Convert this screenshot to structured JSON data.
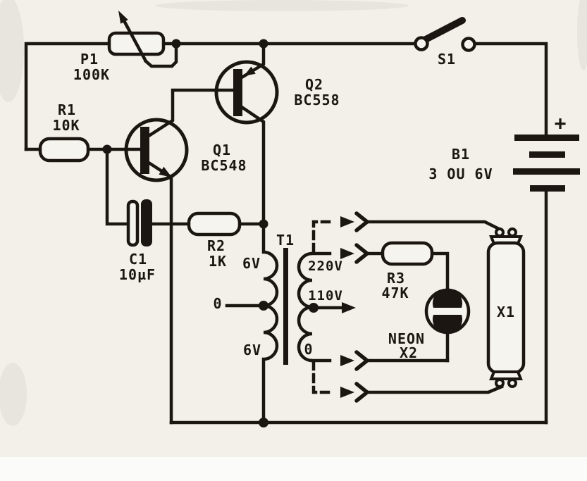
{
  "schematic": {
    "kind": "transistor inverter circuit for fluorescent lamp",
    "colors": {
      "ink": "#1b1611",
      "paper": "#f2f0e9"
    },
    "components": {
      "p1": {
        "ref": "P1",
        "value": "100K"
      },
      "r1": {
        "ref": "R1",
        "value": "10K"
      },
      "q1": {
        "ref": "Q1",
        "part": "BC548"
      },
      "q2": {
        "ref": "Q2",
        "part": "BC558"
      },
      "s1": {
        "ref": "S1"
      },
      "b1": {
        "ref": "B1",
        "value": "3 OU 6V",
        "polarity_mark": "+"
      },
      "c1": {
        "ref": "C1",
        "value": "10µF"
      },
      "r2": {
        "ref": "R2",
        "value": "1K"
      },
      "t1": {
        "ref": "T1",
        "primary": {
          "top_tap": "6V",
          "center_tap": "0",
          "bottom_tap": "6V"
        },
        "secondary": {
          "top_tap": "220V",
          "middle_tap": "110V",
          "bottom_tap": "0"
        }
      },
      "r3": {
        "ref": "R3",
        "value": "47K"
      },
      "x2": {
        "kind": "NEON",
        "ref": "X2"
      },
      "x1": {
        "ref": "X1"
      }
    }
  }
}
